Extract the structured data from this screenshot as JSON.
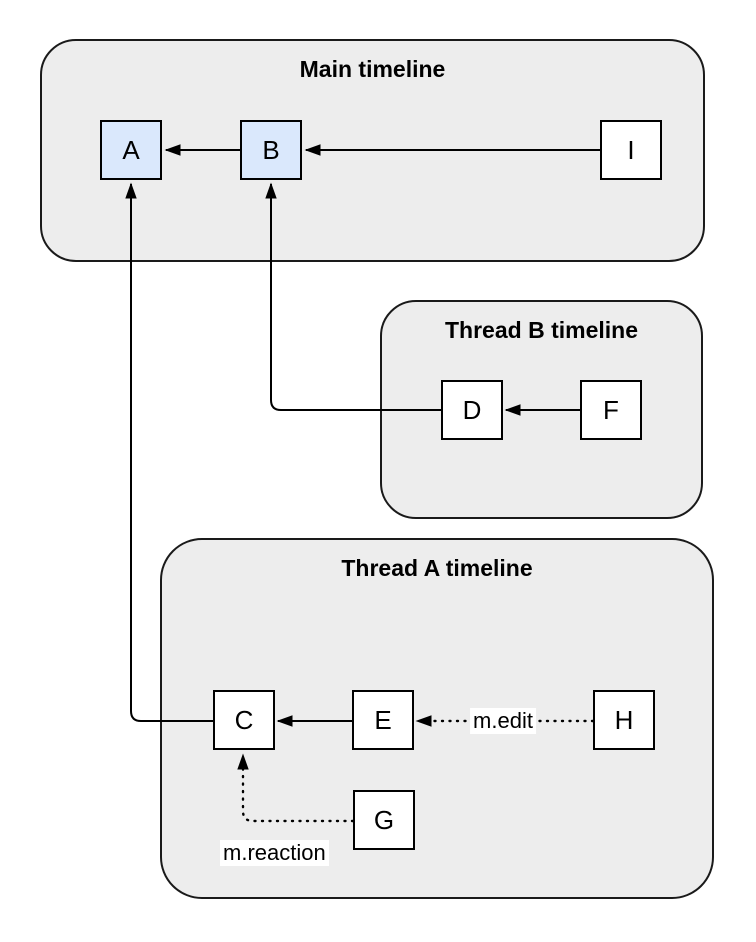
{
  "diagram": {
    "description": "Timelines diagram with event nodes and relation arrows",
    "colors": {
      "background": "#ffffff",
      "container_fill": "#ededed",
      "container_stroke": "#1a1a1a",
      "node_fill": "#ffffff",
      "node_highlight_fill": "#dae8fc",
      "node_stroke": "#000000",
      "edge_color": "#000000",
      "edge_label_background": "#ffffff"
    }
  },
  "containers": {
    "main": {
      "title": "Main timeline"
    },
    "thread_b": {
      "title": "Thread B timeline"
    },
    "thread_a": {
      "title": "Thread A timeline"
    }
  },
  "nodes": {
    "a": {
      "label": "A",
      "highlighted": true
    },
    "b": {
      "label": "B",
      "highlighted": true
    },
    "i": {
      "label": "I",
      "highlighted": false
    },
    "d": {
      "label": "D",
      "highlighted": false
    },
    "f": {
      "label": "F",
      "highlighted": false
    },
    "c": {
      "label": "C",
      "highlighted": false
    },
    "e": {
      "label": "E",
      "highlighted": false
    },
    "h": {
      "label": "H",
      "highlighted": false
    },
    "g": {
      "label": "G",
      "highlighted": false
    }
  },
  "edges": {
    "b_to_a": {
      "from": "B",
      "to": "A",
      "style": "solid",
      "label": ""
    },
    "i_to_b": {
      "from": "I",
      "to": "B",
      "style": "solid",
      "label": ""
    },
    "d_to_b": {
      "from": "D",
      "to": "B",
      "style": "solid",
      "label": ""
    },
    "f_to_d": {
      "from": "F",
      "to": "D",
      "style": "solid",
      "label": ""
    },
    "c_to_a": {
      "from": "C",
      "to": "A",
      "style": "solid",
      "label": ""
    },
    "e_to_c": {
      "from": "E",
      "to": "C",
      "style": "solid",
      "label": ""
    },
    "h_to_e": {
      "from": "H",
      "to": "E",
      "style": "dotted",
      "label": "m.edit"
    },
    "g_to_c": {
      "from": "G",
      "to": "C",
      "style": "dotted",
      "label": "m.reaction"
    }
  },
  "edge_labels": {
    "edit": "m.edit",
    "reaction": "m.reaction"
  }
}
